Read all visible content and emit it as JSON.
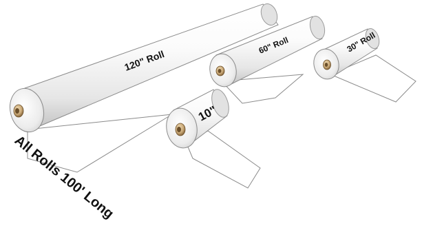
{
  "labels": {
    "roll_120": "120\" Roll",
    "roll_60": "60\" Roll",
    "roll_30": "30\" Roll",
    "roll_10": "10\"",
    "length_note": "All Rolls 100' Long"
  },
  "colors": {
    "film": "#ffffff",
    "outline": "#8a8a8a",
    "roll_light": "#fafafa",
    "roll_shadow": "#bdbdbd",
    "core": "#c9a877",
    "core_dark": "#6b4f2a",
    "text": "#111111"
  }
}
